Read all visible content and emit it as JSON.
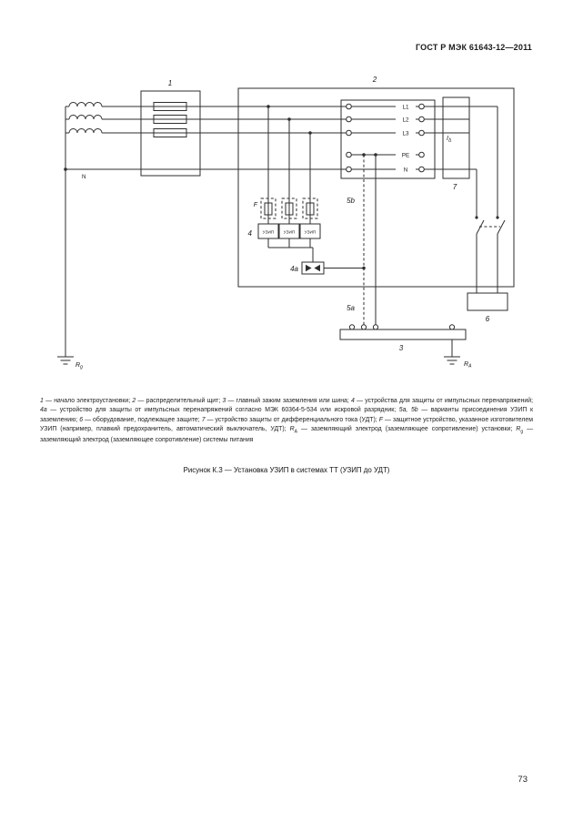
{
  "page": {
    "header": "ГОСТ Р МЭК 61643-12—2011",
    "number": "73"
  },
  "figure": {
    "caption": "Рисунок К.3 — Установка УЗИП в системах ТТ (УЗИП до УДТ)"
  },
  "diagram": {
    "labels": {
      "n1": "1",
      "n2": "2",
      "n3": "3",
      "n4": "4",
      "n4a": "4a",
      "n5a": "5a",
      "n5b": "5b",
      "n6": "6",
      "n7": "7",
      "l1": "L1",
      "l2": "L2",
      "l3": "L3",
      "pe": "PE",
      "n": "N",
      "f": "F",
      "uzip": "УЗИП",
      "i_base": "I",
      "i_sub": "Δ",
      "r_base": "R",
      "r_sub_g": "g",
      "r_sub_a": "A"
    }
  },
  "legend": {
    "items": [
      {
        "label": "1",
        "text": " — начало электроустановки; "
      },
      {
        "label": "2",
        "text": " — распределительный щит; "
      },
      {
        "label": "3",
        "text": " — главный зажим заземления или шина; "
      },
      {
        "label": "4",
        "text": " — устройства для защиты от импульсных перенапряжений; "
      },
      {
        "label": "4a",
        "text": " — устройство для защиты от импульсных перенапряжений согласно МЭК 60364-5-534 или искровой разрядник; "
      },
      {
        "label": "5a, 5b",
        "text": " — варианты присоединения УЗИП к заземлению; "
      },
      {
        "label": "6",
        "text": " — оборудование, подлежащее защите; "
      },
      {
        "label": "7",
        "text": " — устройство защиты от дифференциального тока (УДТ); "
      },
      {
        "label": "F",
        "text": " — защитное устройство, указанное изготовителем УЗИП (например, плавкий предохранитель, автоматический выключатель, УДТ); "
      },
      {
        "label": "R",
        "sub": "A",
        "text": " — заземляющий электрод (заземляющее сопротивление) установки; "
      },
      {
        "label": "R",
        "sub": "g",
        "text": " — заземляющий электрод (заземляющее сопротивление) системы питания"
      }
    ]
  }
}
